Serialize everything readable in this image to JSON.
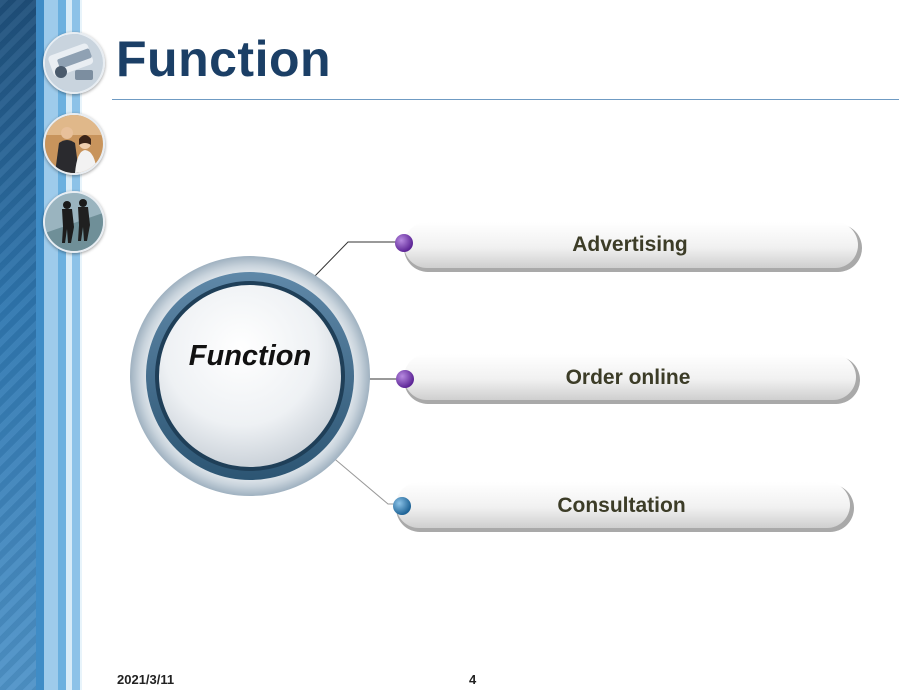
{
  "slide": {
    "title": "Function",
    "date": "2021/3/11",
    "page_number": "4"
  },
  "diagram": {
    "center_label": "Function",
    "items": [
      {
        "label": "Advertising",
        "dot_color": "#7a3fb4"
      },
      {
        "label": "Order online",
        "dot_color": "#7a3fb4"
      },
      {
        "label": "Consultation",
        "dot_color": "#2e7fb8"
      }
    ]
  },
  "colors": {
    "title": "#1b3f66",
    "stripe_dark": "#1f4f7a",
    "ring": "#3a6a8c"
  }
}
